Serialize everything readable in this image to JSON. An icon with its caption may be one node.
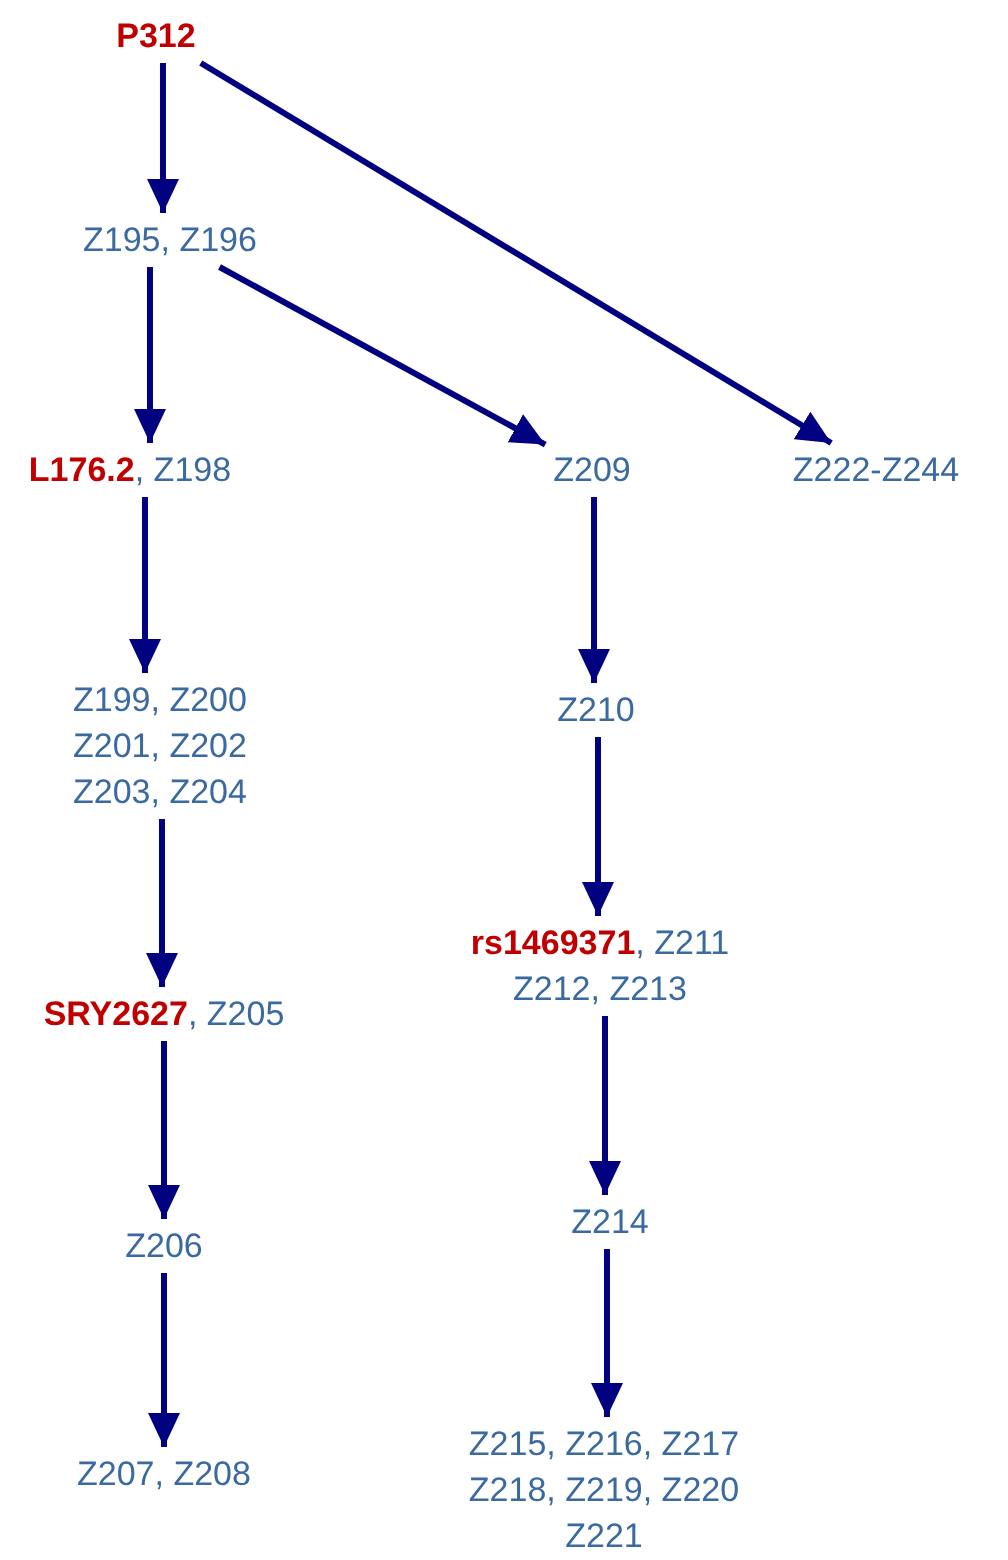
{
  "diagram": {
    "nodes": [
      {
        "text": [
          "P312"
        ]
      },
      {
        "text": [
          "Z195, Z196"
        ]
      },
      {
        "text": [
          "**L176.2**, Z198"
        ]
      },
      {
        "text": [
          "Z199, Z200 Z201, Z202 Z203, Z204"
        ]
      },
      {
        "text": [
          "**SRY2627**, Z205"
        ]
      },
      {
        "text": [
          "Z206"
        ]
      },
      {
        "text": [
          "Z207, Z208"
        ]
      },
      {
        "text": [
          "Z209"
        ]
      },
      {
        "text": [
          "Z210"
        ]
      },
      {
        "text": [
          "**rs1469371**, Z211 Z212, Z213"
        ]
      },
      {
        "text": [
          "Z214"
        ]
      },
      {
        "text": [
          "Z215, Z216, Z217 Z218, Z219, Z220 Z221"
        ]
      },
      {
        "text": [
          "Z222-Z244"
        ]
      }
    ],
    "edges": [
      {
        "from": 0,
        "to": 1,
        "arrow": "to"
      },
      {
        "from": 0,
        "to": 12,
        "arrow": "to"
      },
      {
        "from": 1,
        "to": 2,
        "arrow": "to"
      },
      {
        "from": 1,
        "to": 7,
        "arrow": "to"
      },
      {
        "from": 2,
        "to": 3,
        "arrow": "to"
      },
      {
        "from": 3,
        "to": 4,
        "arrow": "to"
      },
      {
        "from": 4,
        "to": 5,
        "arrow": "to"
      },
      {
        "from": 5,
        "to": 6,
        "arrow": "to"
      },
      {
        "from": 7,
        "to": 8,
        "arrow": "to"
      },
      {
        "from": 8,
        "to": 9,
        "arrow": "to"
      },
      {
        "from": 9,
        "to": 10,
        "arrow": "to"
      },
      {
        "from": 10,
        "to": 11,
        "arrow": "to"
      }
    ]
  }
}
